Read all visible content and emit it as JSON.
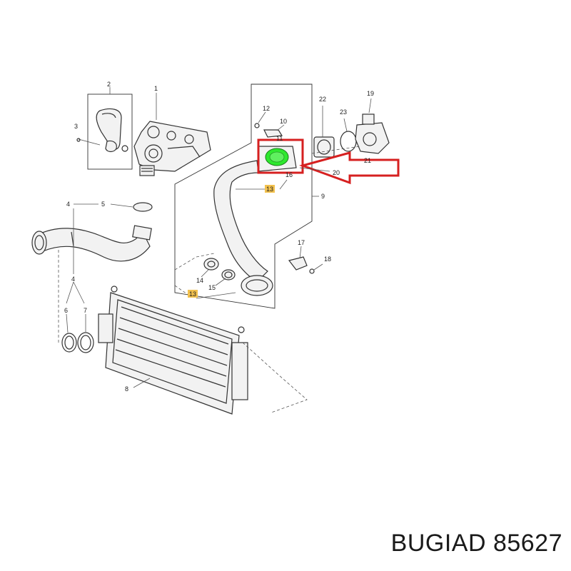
{
  "part_code": "BUGIAD 85627",
  "callouts": {
    "c1": "1",
    "c2": "2",
    "c3": "3",
    "c4a": "4",
    "c4b": "4",
    "c5": "5",
    "c6": "6",
    "c7": "7",
    "c8": "8",
    "c9": "9",
    "c10": "10",
    "c11": "11",
    "c12": "12",
    "c13a": "13",
    "c13b": "13",
    "c14": "14",
    "c15": "15",
    "c16": "16",
    "c17": "17",
    "c18": "18",
    "c19": "19",
    "c20": "20",
    "c21": "21",
    "c22": "22",
    "c23": "23"
  },
  "colors": {
    "highlight_box": "#d62020",
    "arrow": "#d62020",
    "highlight_part": "#2ee82e",
    "label_13_bg": "#f2c14e"
  }
}
